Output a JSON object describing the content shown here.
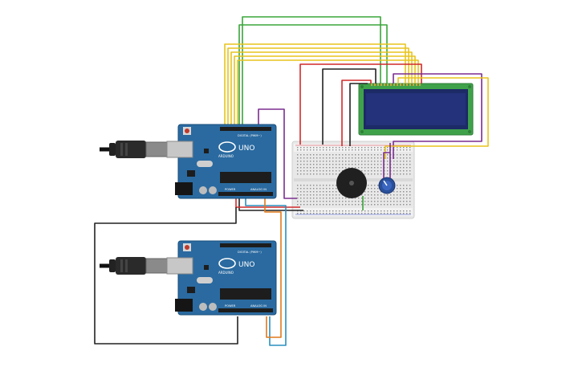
{
  "boards": [
    {
      "id": "arduino-1",
      "brand": "ARDUINO",
      "model": "UNO",
      "digital_label": "DIGITAL (PWM~)",
      "power_label": "POWER",
      "analog_label": "ANALOG IN"
    },
    {
      "id": "arduino-2",
      "brand": "ARDUINO",
      "model": "UNO",
      "digital_label": "DIGITAL (PWM~)",
      "power_label": "POWER",
      "analog_label": "ANALOG IN"
    }
  ],
  "components": {
    "lcd": "16x2 LCD",
    "buzzer": "Piezo buzzer",
    "potentiometer": "Potentiometer",
    "breadboard": "Breadboard",
    "usb": "USB cable"
  },
  "colors": {
    "board": "#2a6aa0",
    "board_edge": "#1b4f7a",
    "lcd_body": "#3fa24a",
    "lcd_screen": "#1f2c6e",
    "breadboard": "#e9e9e9",
    "wire_yellow": "#e8c41c",
    "wire_green": "#3aa53a",
    "wire_red": "#d12a2a",
    "wire_black": "#222222",
    "wire_purple": "#7b2d91",
    "wire_orange": "#e07a1a",
    "wire_blue": "#2a8fbf"
  }
}
